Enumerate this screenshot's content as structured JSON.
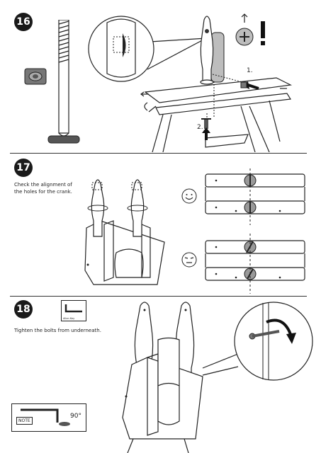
{
  "steps": [
    {
      "number": "16"
    },
    {
      "number": "17",
      "caption_line1": "Check the alignment of",
      "caption_line2": "the holes for the crank."
    },
    {
      "number": "18",
      "caption": "Tighten the bolts from underneath.",
      "key_label": "Allen Key"
    }
  ],
  "callouts": {
    "one": "1.",
    "two": "2."
  },
  "note": {
    "label": "NOTE",
    "angle": "90°"
  }
}
